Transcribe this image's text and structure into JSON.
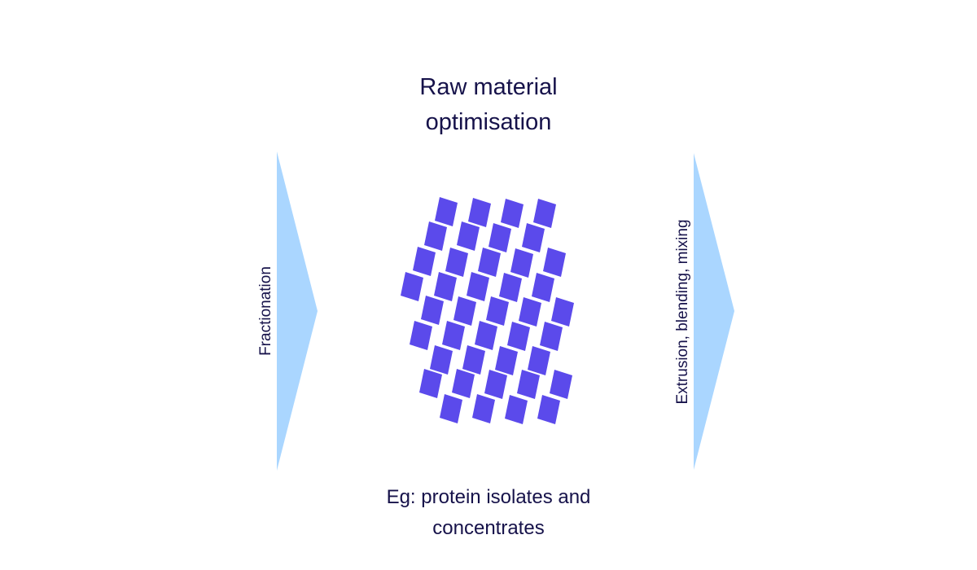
{
  "title": "Raw material\noptimisation",
  "caption": "Eg: protein isolates and\nconcentrates",
  "left_arrow": {
    "label": "Fractionation"
  },
  "right_arrow": {
    "label": "Extrusion, blending, mixing"
  },
  "colors": {
    "text": "#16124a",
    "arrow_fill": "#aad6ff",
    "particle_fill": "#5b4aeb"
  },
  "icons": {
    "particle_cluster": "diamond-particles-icon"
  }
}
